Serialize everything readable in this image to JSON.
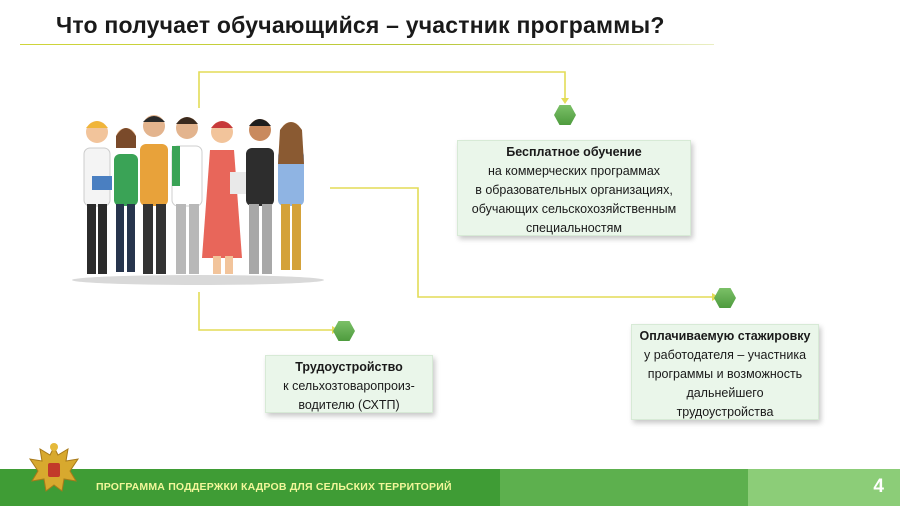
{
  "slide": {
    "title": "Что получает обучающийся – участник программы?",
    "page_number": "4"
  },
  "boxes": {
    "free_education": {
      "head": "Бесплатное обучение",
      "lines": [
        "на коммерческих программах",
        "в образовательных организациях,",
        "обучающих сельскохозяйственным",
        "специальностям"
      ]
    },
    "employment": {
      "head": "Трудоустройство",
      "lines": [
        "к сельхозтоваропроиз-",
        "водителю (СХТП)"
      ]
    },
    "internship": {
      "head": "Оплачиваемую стажировку",
      "lines": [
        "у работодателя – участника",
        "программы и возможность",
        "дальнейшего",
        "трудоустройства"
      ]
    }
  },
  "footer": {
    "program_name": "ПРОГРАММА ПОДДЕРЖКИ КАДРОВ ДЛЯ СЕЛЬСКИХ ТЕРРИТОРИЙ"
  },
  "colors": {
    "accent_green": "#3f9c35",
    "connector_yellow": "#e3dc57",
    "box_bg": "#eaf6ea",
    "footer_text": "#f2f79a"
  },
  "icons": [
    "hexagon-marker-icon",
    "state-emblem-icon",
    "students-group-illustration"
  ]
}
